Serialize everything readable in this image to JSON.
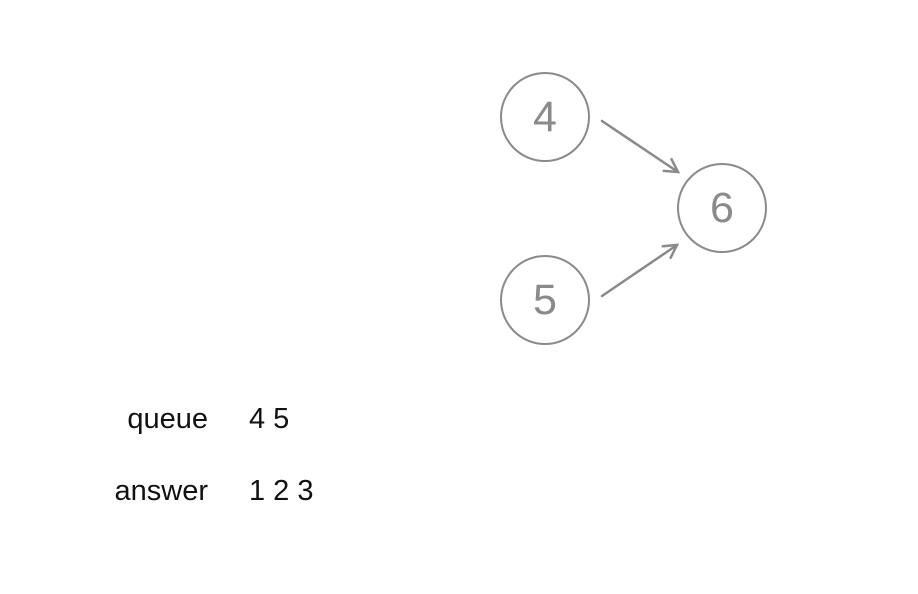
{
  "colors": {
    "background": "#ffffff",
    "diagram_stroke": "#8a8a8a",
    "text": "#111111"
  },
  "graph": {
    "nodes": [
      {
        "id": "4",
        "label": "4"
      },
      {
        "id": "5",
        "label": "5"
      },
      {
        "id": "6",
        "label": "6"
      }
    ],
    "edges": [
      {
        "from": "4",
        "to": "6"
      },
      {
        "from": "5",
        "to": "6"
      }
    ]
  },
  "state": {
    "rows": [
      {
        "label": "queue",
        "value": "4 5"
      },
      {
        "label": "answer",
        "value": "1 2 3"
      }
    ]
  }
}
